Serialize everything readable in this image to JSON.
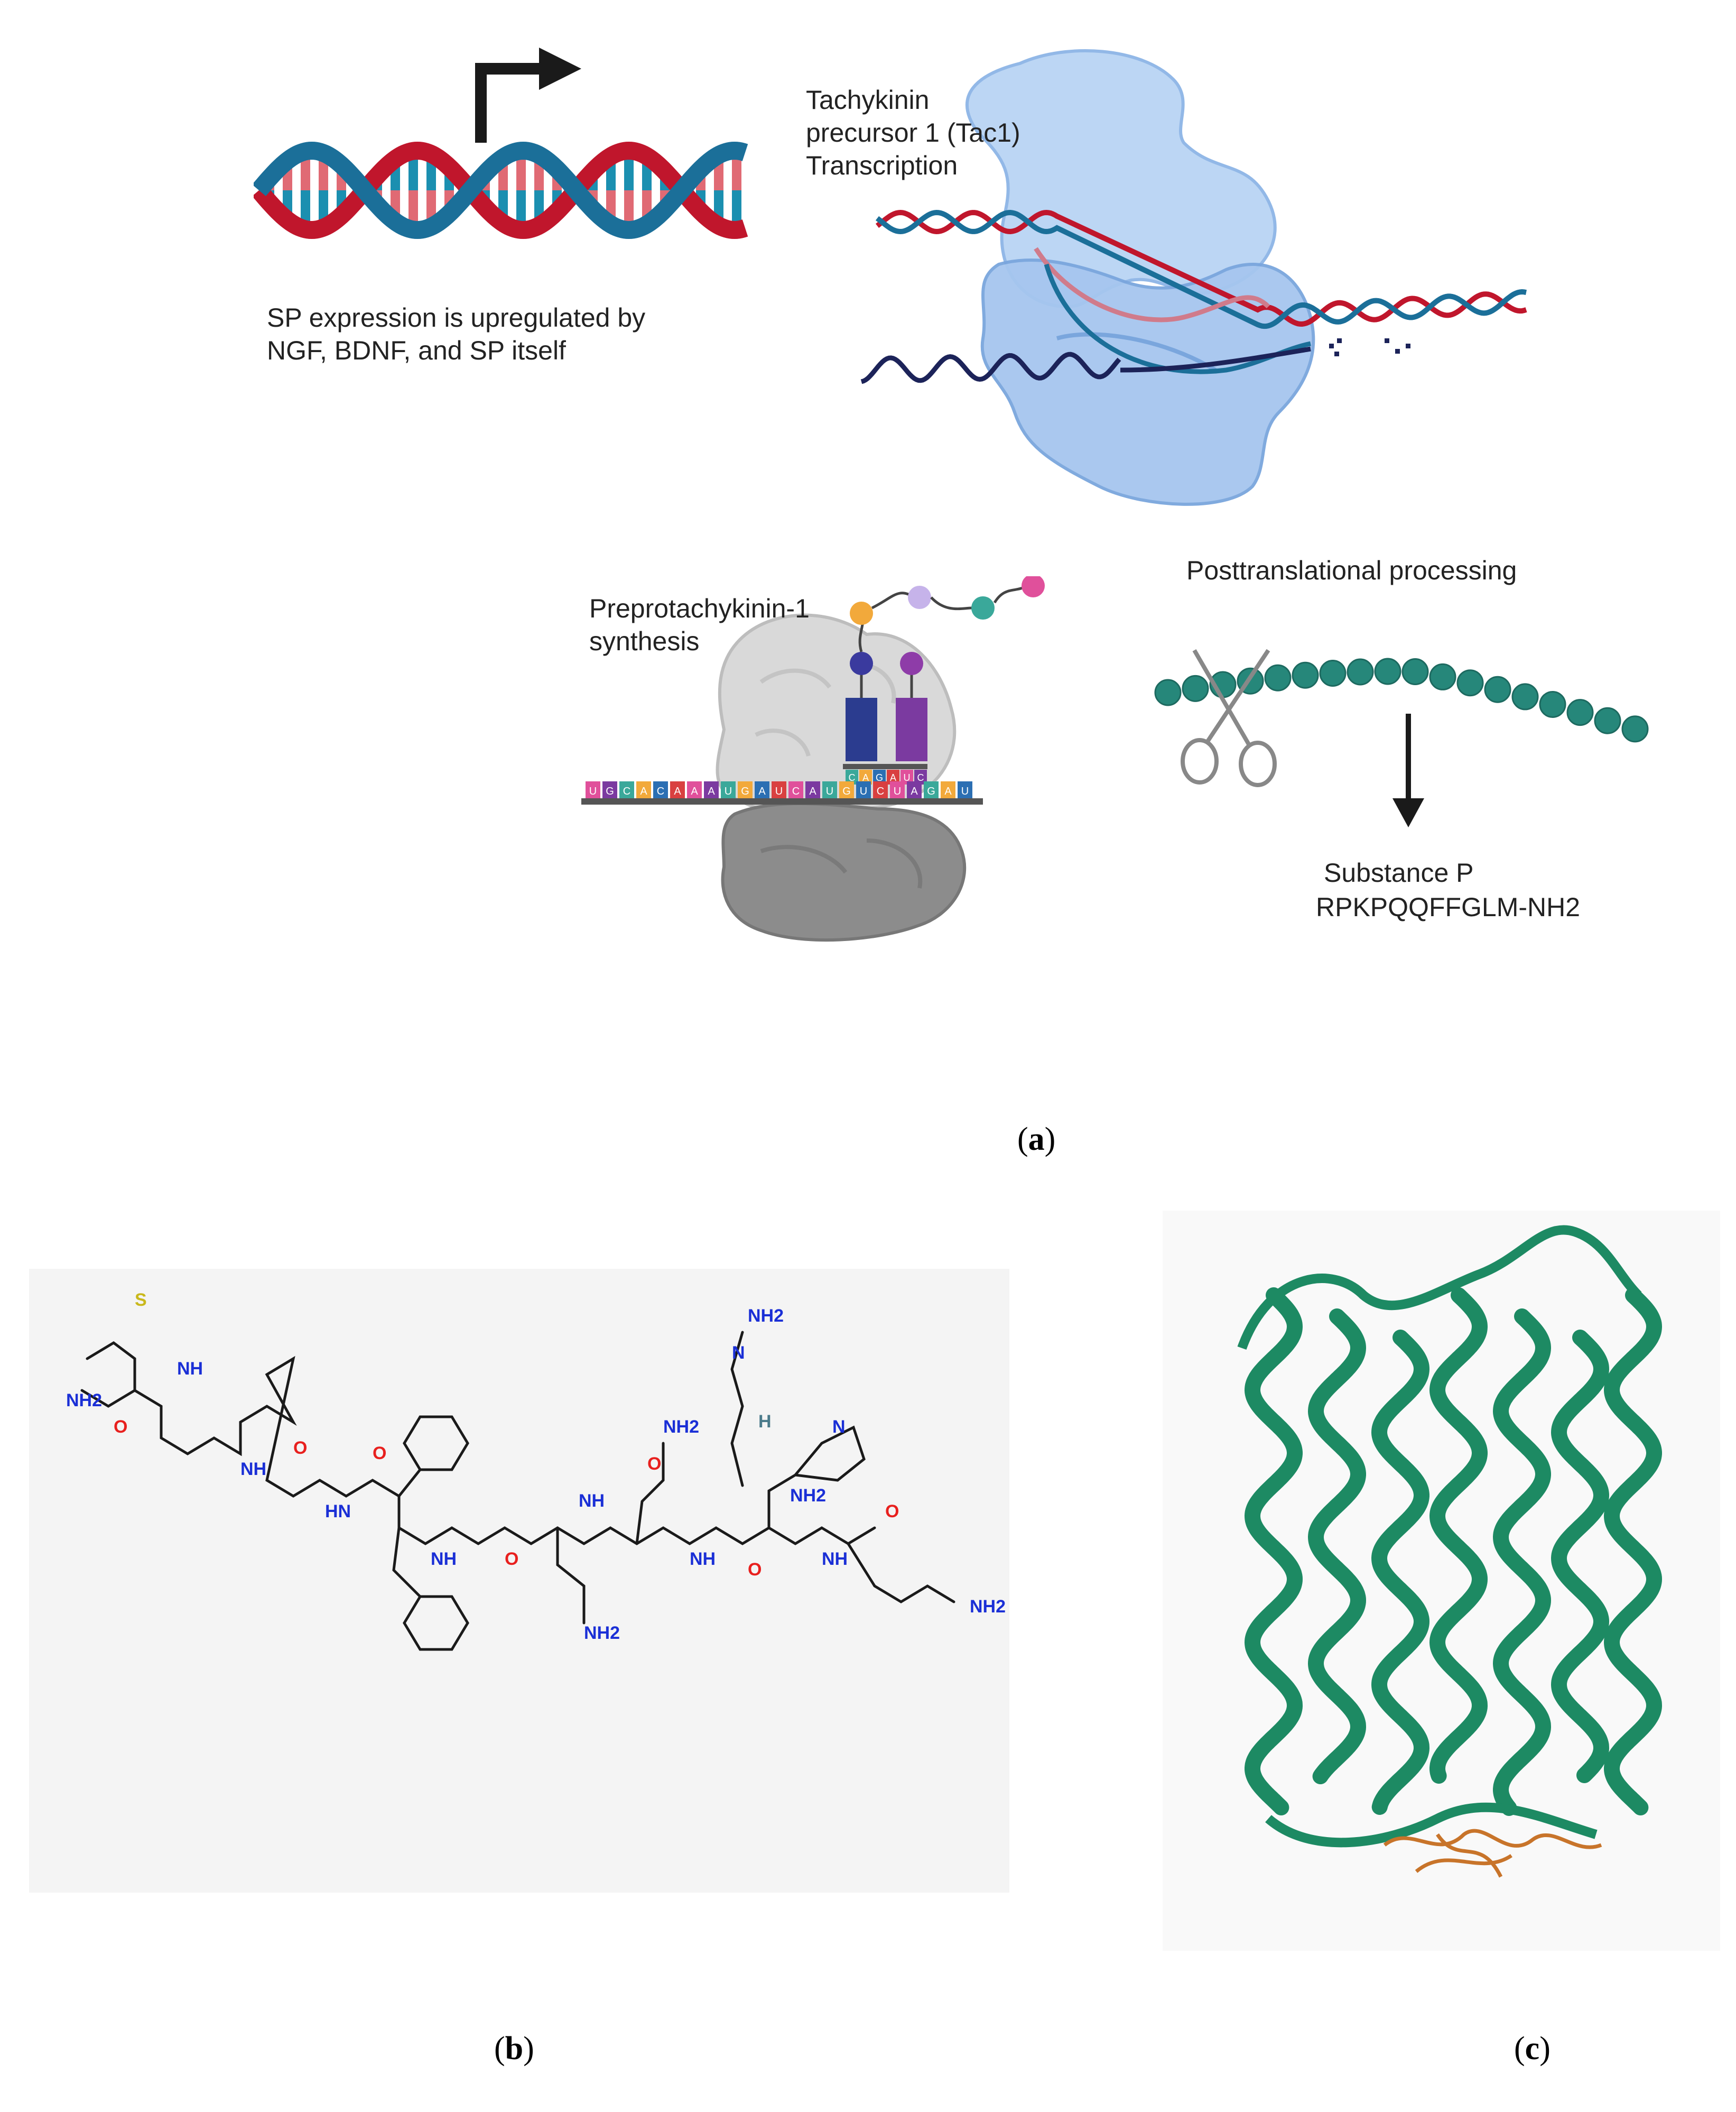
{
  "panel_a": {
    "transcription_label": "Tachykinin\nprecursor 1 (Tac1)\nTranscription",
    "expression_label": "SP expression is upregulated by\nNGF, BDNF, and SP itself",
    "synthesis_label": "Preprotachykinin-1\nsynthesis",
    "processing_label": "Posttranslational processing",
    "product_name": "Substance P",
    "product_sequence": "RPKPQQFFGLM-NH2",
    "mrna_codons": [
      "U",
      "G",
      "C",
      "A",
      "C",
      "A",
      "A",
      "A",
      "U",
      "G",
      "A",
      "U",
      "C",
      "A",
      "U",
      "G",
      "U",
      "C",
      "U",
      "A",
      "G",
      "A",
      "U"
    ],
    "trna_anticodons": [
      "C",
      "A",
      "G",
      "A",
      "U",
      "C"
    ],
    "caption_letter": "a"
  },
  "panel_b": {
    "atom_labels": {
      "s": "S",
      "o": "O",
      "n": "N",
      "h": "H",
      "nh": "NH",
      "hn": "HN",
      "nh2": "NH2"
    },
    "caption_letter": "b"
  },
  "panel_c": {
    "caption_letter": "c"
  },
  "colors": {
    "dna_red": "#c0162c",
    "dna_blue": "#1b6f99",
    "ribosome_blue": "#a9c9ef",
    "protein_teal": "#26877a",
    "helix_green": "#1d8a63",
    "ligand_orange": "#c8742a",
    "oxygen_red": "#e8201e",
    "nitrogen_blue": "#1a2fd6",
    "sulfur_yellow": "#c9b81c"
  }
}
